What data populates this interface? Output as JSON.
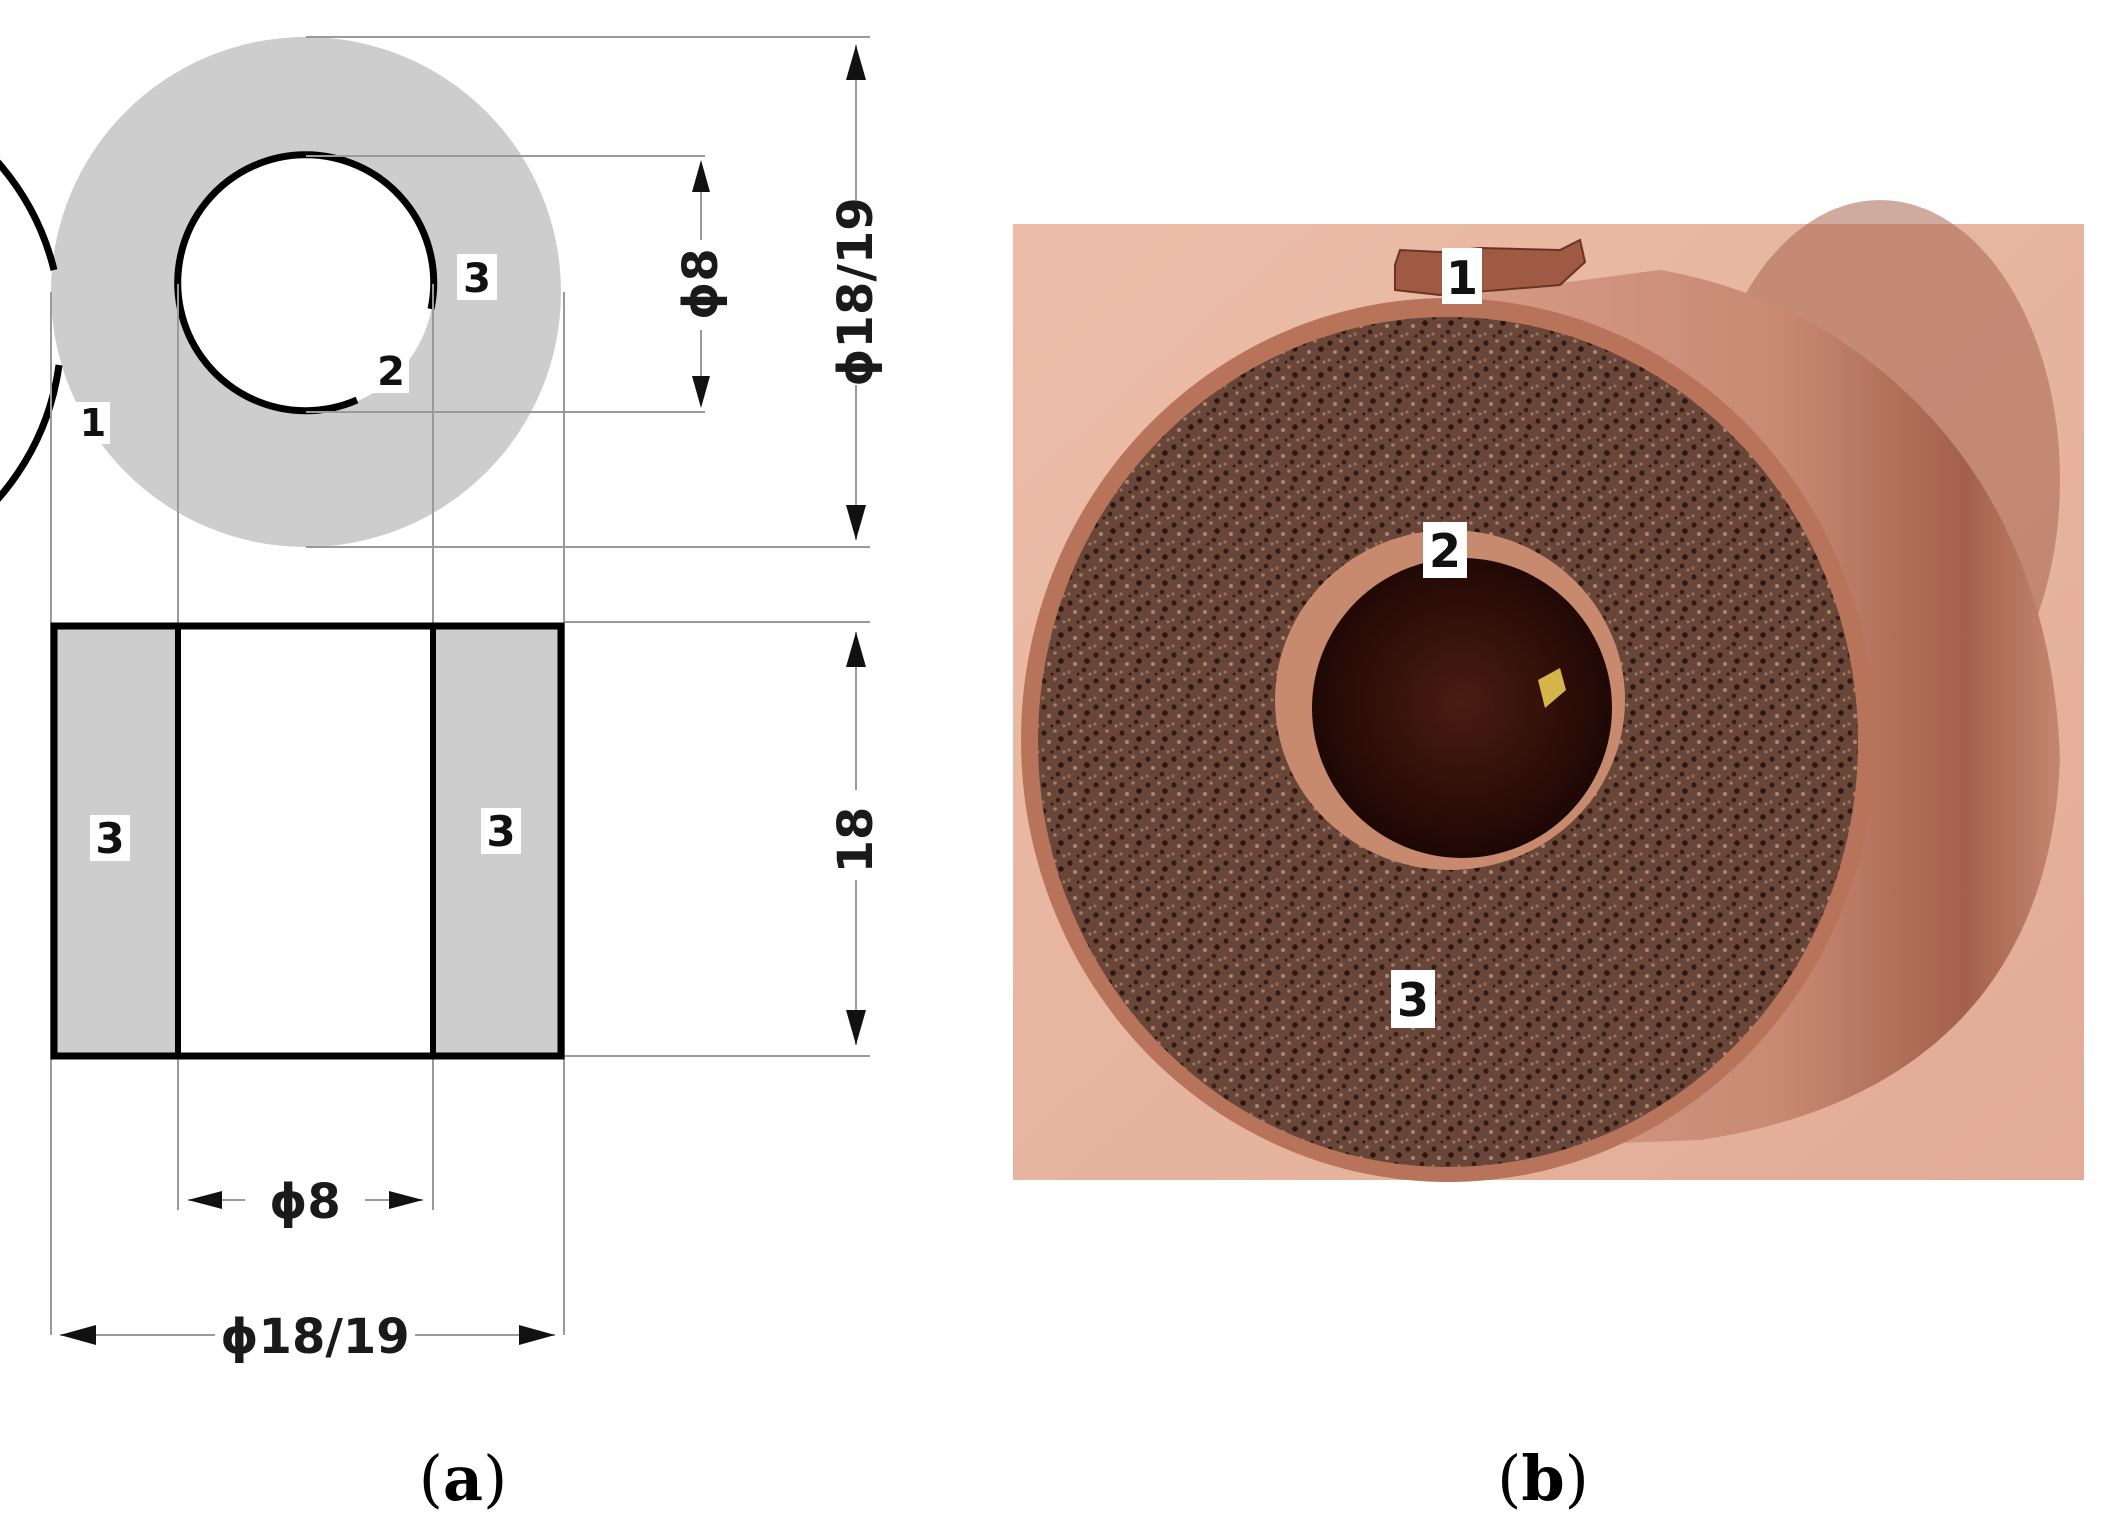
{
  "panel_a": {
    "top_view": {
      "labels": {
        "shell": "1",
        "inner_tube": "2",
        "porous_medium": "3"
      },
      "dim_inner": "ϕ8",
      "dim_outer": "ϕ18/19"
    },
    "side_view": {
      "labels": {
        "left_wall": "3",
        "right_wall": "3"
      },
      "dim_height": "18",
      "dim_inner": "ϕ8",
      "dim_outer": "ϕ18/19"
    },
    "caption_letter": "a"
  },
  "panel_b": {
    "labels": {
      "shell": "1",
      "inner_tube": "2",
      "porous_medium": "3"
    },
    "caption_letter": "b"
  },
  "colors": {
    "fill_gray": "#cdcdcd",
    "line": "#000000",
    "dim_line": "#9a9a9a",
    "photo_background": "#e9b8a2",
    "foam": "#6e4a3c",
    "copper": "#b8745a"
  }
}
